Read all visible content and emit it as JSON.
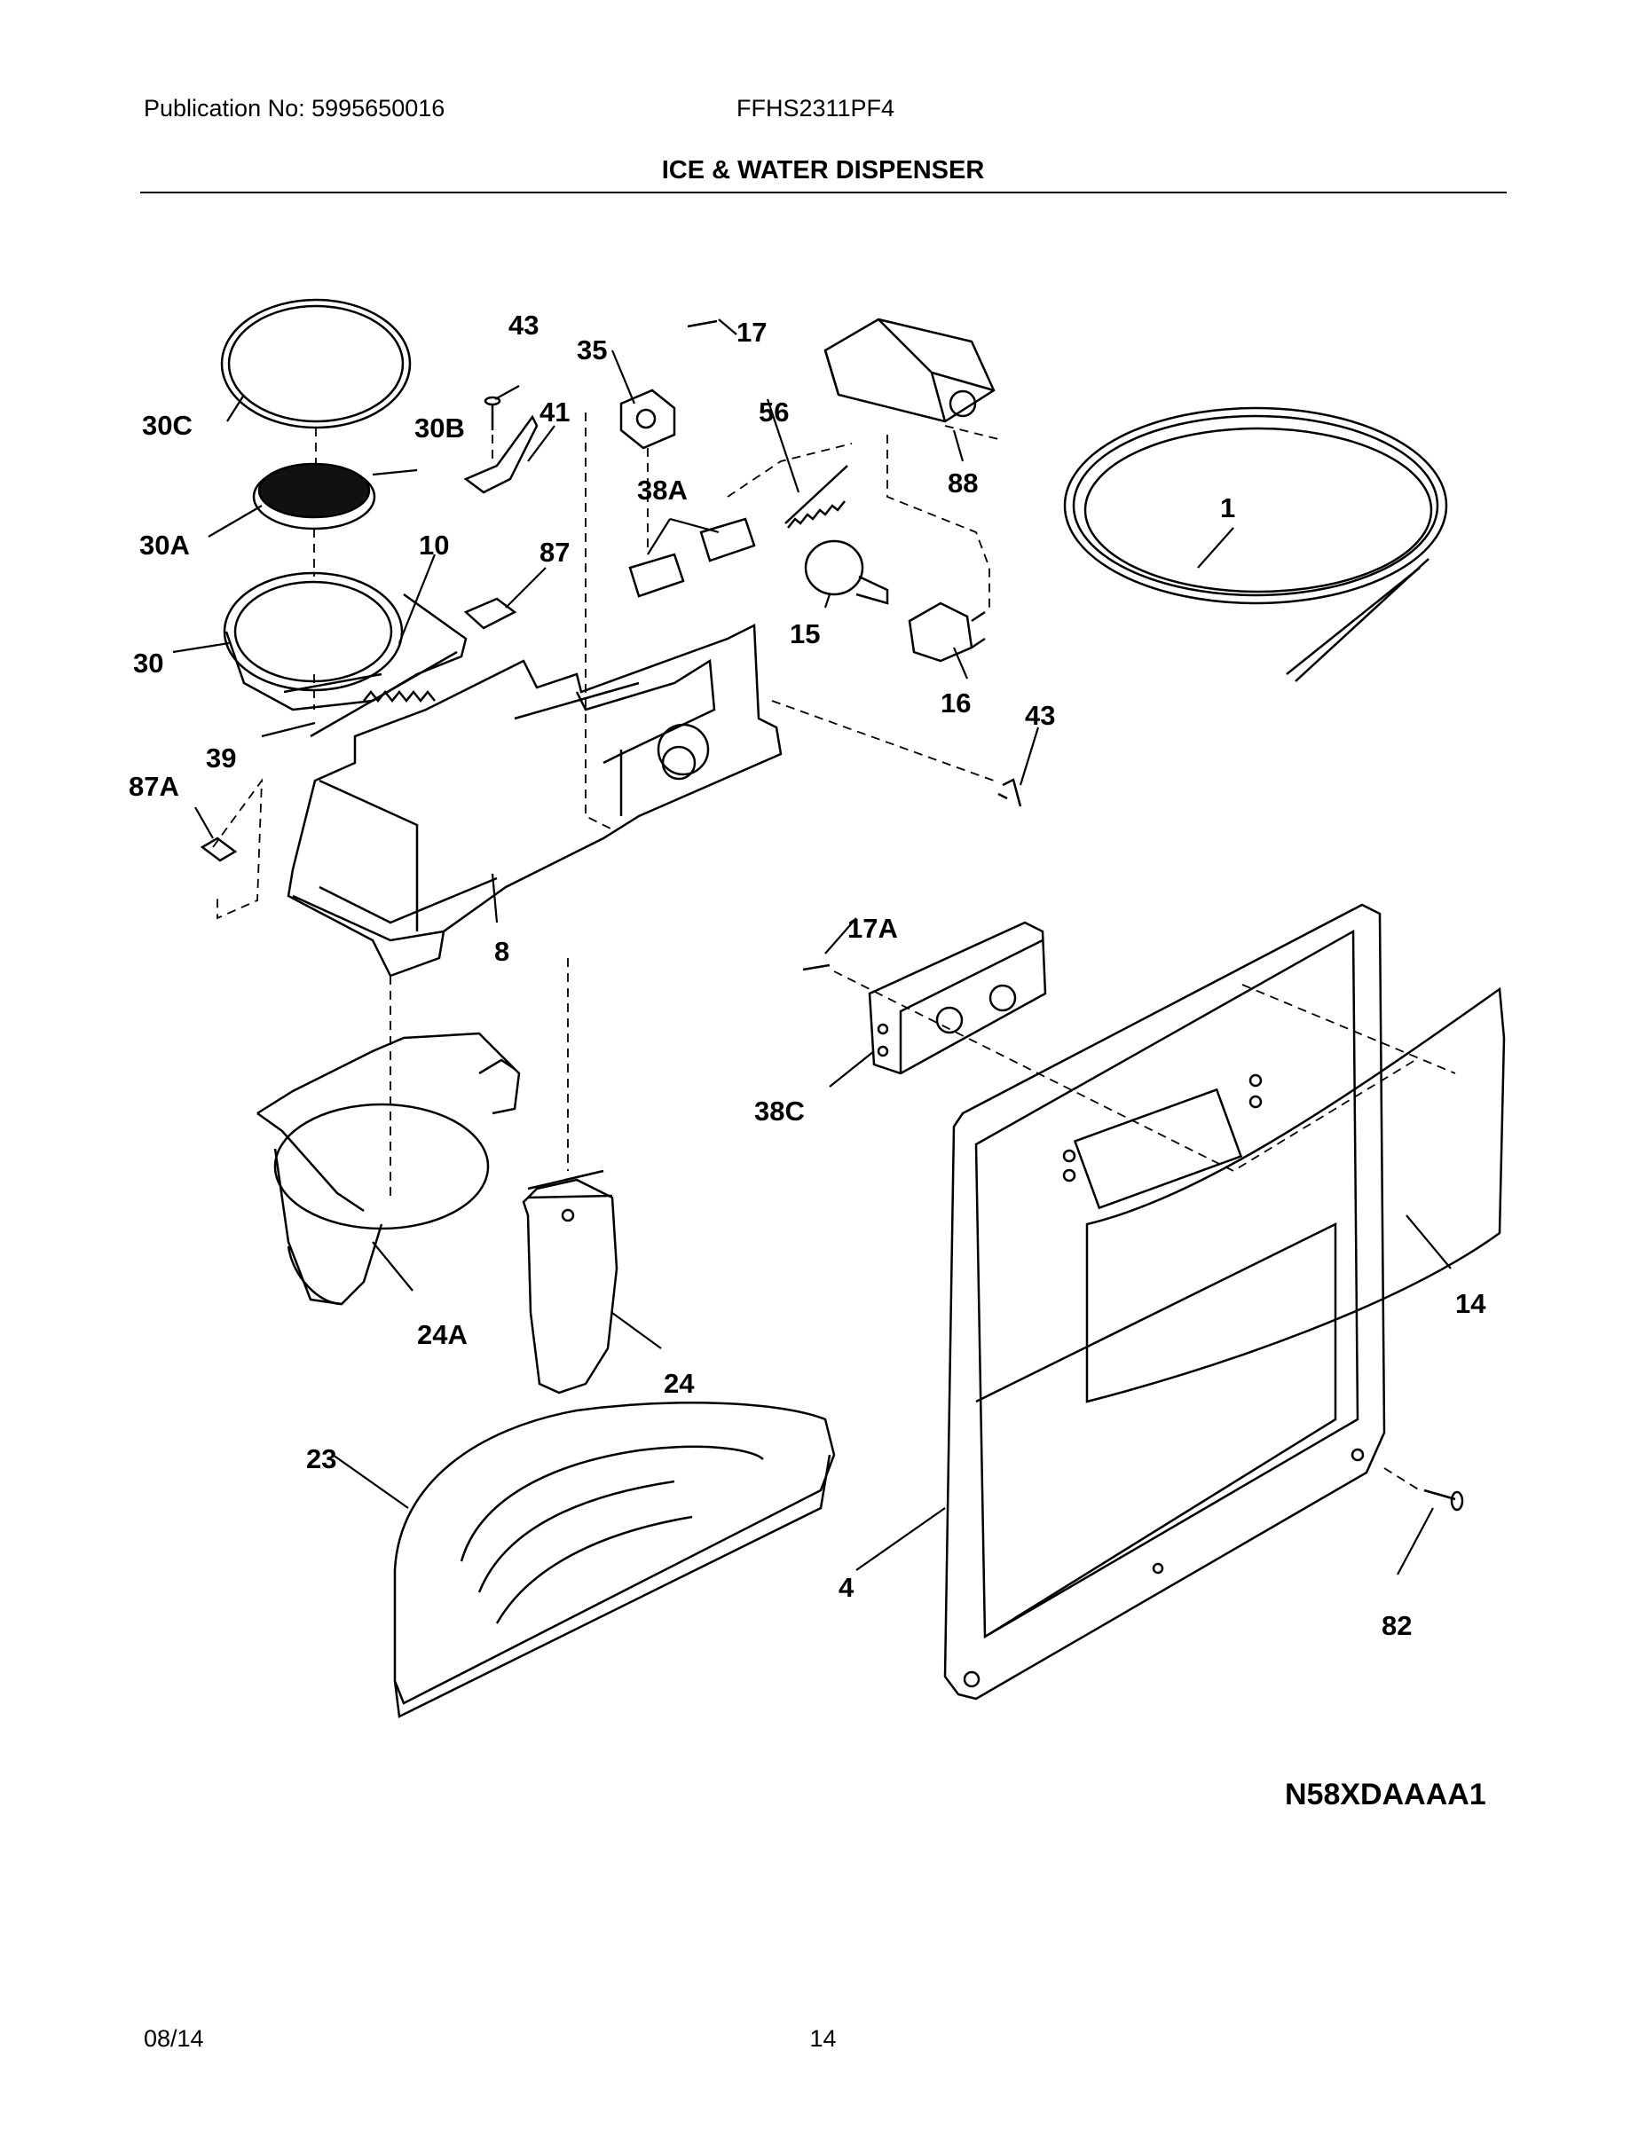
{
  "header": {
    "publication": "Publication No: 5995650016",
    "model": "FFHS2311PF4",
    "title": "ICE & WATER DISPENSER"
  },
  "diagram": {
    "labels": {
      "p43a": "43",
      "p35": "35",
      "p17": "17",
      "p30c": "30C",
      "p30b": "30B",
      "p41": "41",
      "p56": "56",
      "p88": "88",
      "p1": "1",
      "p38a": "38A",
      "p30a": "30A",
      "p10": "10",
      "p87": "87",
      "p15": "15",
      "p30": "30",
      "p16": "16",
      "p43b": "43",
      "p39": "39",
      "p87a": "87A",
      "p8": "8",
      "p17a": "17A",
      "p38c": "38C",
      "p24a": "24A",
      "p24": "24",
      "p14": "14",
      "p23": "23",
      "p4": "4",
      "p82": "82"
    },
    "code": "N58XDAAAA1"
  },
  "footer": {
    "date": "08/14",
    "page": "14"
  }
}
